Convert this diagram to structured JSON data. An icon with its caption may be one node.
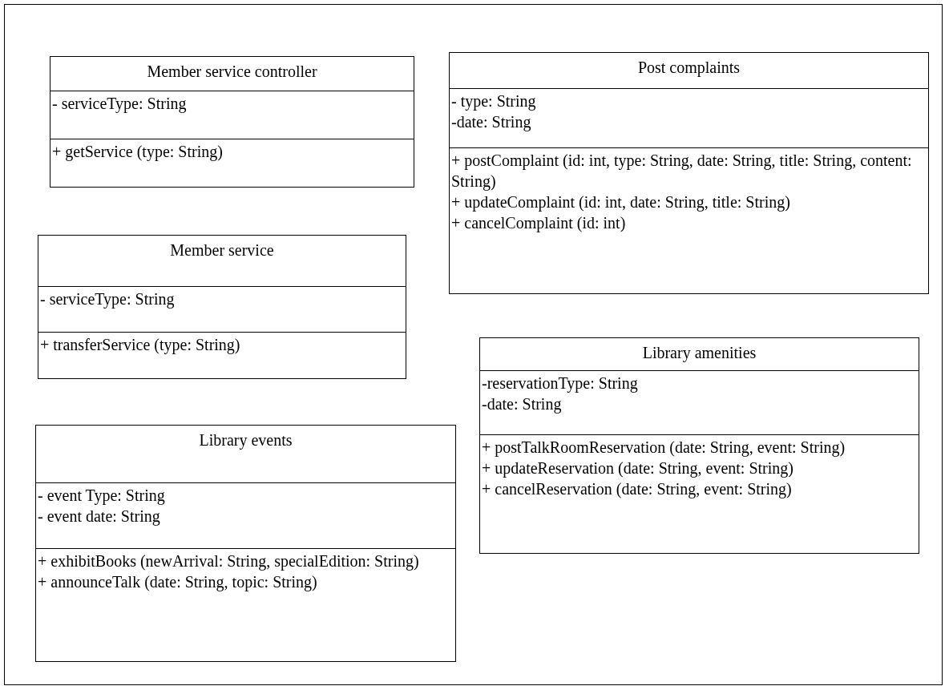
{
  "diagram": {
    "nodes": [
      {
        "text": [
          "Member service controller"
        ]
      },
      {
        "text": [
          "- serviceType: String"
        ],
        "in": 0
      },
      {
        "text": [
          "+ getService (type: String)"
        ],
        "in": 0
      },
      {
        "text": [
          "Post complaints"
        ]
      },
      {
        "text": [
          "- type: String",
          "-date: String"
        ],
        "in": 3
      },
      {
        "text": [
          "+ postComplaint (id: int, type: String, date: String, title: String, content: String)",
          "+ updateComplaint (id: int, date: String, title: String)",
          "+ cancelComplaint (id: int)"
        ],
        "in": 3
      },
      {
        "text": [
          "Member service"
        ]
      },
      {
        "text": [
          "- serviceType: String"
        ],
        "in": 6
      },
      {
        "text": [
          "+ transferService (type: String)"
        ],
        "in": 6
      },
      {
        "text": [
          "Library amenities"
        ]
      },
      {
        "text": [
          "-reservationType: String",
          "-date: String"
        ],
        "in": 9
      },
      {
        "text": [
          "+ postTalkRoomReservation (date: String, event: String)",
          "+ updateReservation (date: String, event: String)",
          "+ cancelReservation (date: String, event: String)"
        ],
        "in": 9
      },
      {
        "text": [
          "Library events"
        ]
      },
      {
        "text": [
          "- event Type: String",
          "- event date: String"
        ],
        "in": 12
      },
      {
        "text": [
          "+ exhibitBooks (newArrival: String, specialEdition: String)",
          "+ announceTalk (date: String, topic: String)"
        ],
        "in": 12
      }
    ]
  }
}
